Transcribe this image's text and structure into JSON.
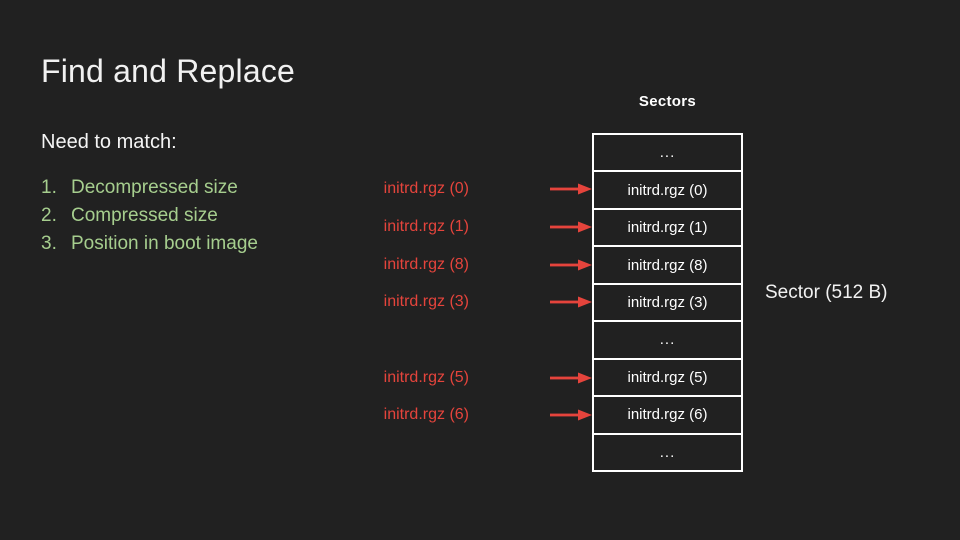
{
  "slide": {
    "title": "Find and Replace",
    "subtitle": "Need to match:",
    "background_color": "#212121",
    "accent_green": "#a6ce8e",
    "accent_red": "#e5443c",
    "text_color": "#ffffff"
  },
  "match_list": [
    {
      "num": "1.",
      "label": "Decompressed size"
    },
    {
      "num": "2.",
      "label": "Compressed size"
    },
    {
      "num": "3.",
      "label": "Position in boot image"
    }
  ],
  "diagram": {
    "heading": "Sectors",
    "caption": "Sector (512 B)",
    "rows": [
      {
        "label": "...",
        "ellipsis": true,
        "annotation": null
      },
      {
        "label": "initrd.rgz (0)",
        "ellipsis": false,
        "annotation": "initrd.rgz (0)"
      },
      {
        "label": "initrd.rgz (1)",
        "ellipsis": false,
        "annotation": "initrd.rgz (1)"
      },
      {
        "label": "initrd.rgz (8)",
        "ellipsis": false,
        "annotation": "initrd.rgz (8)"
      },
      {
        "label": "initrd.rgz (3)",
        "ellipsis": false,
        "annotation": "initrd.rgz (3)"
      },
      {
        "label": "...",
        "ellipsis": true,
        "annotation": null
      },
      {
        "label": "initrd.rgz (5)",
        "ellipsis": false,
        "annotation": "initrd.rgz (5)"
      },
      {
        "label": "initrd.rgz (6)",
        "ellipsis": false,
        "annotation": "initrd.rgz (6)"
      },
      {
        "label": "...",
        "ellipsis": true,
        "annotation": null
      }
    ]
  }
}
